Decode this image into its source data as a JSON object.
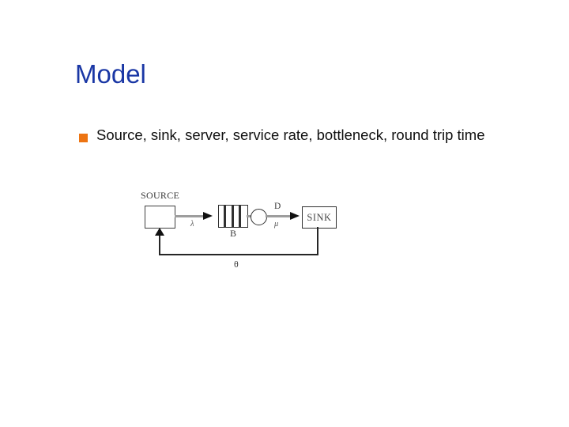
{
  "slide": {
    "title": "Model",
    "bullet": {
      "text": "Source, sink, server, service rate, bottleneck, round trip time"
    },
    "colors": {
      "background": "#FFFFFF",
      "title_blue": "#1A37A5",
      "bullet_orange": "#ED7412",
      "diagram_ink": "#303030",
      "connector_gray": "#9D9D9D"
    }
  },
  "diagram": {
    "source_label": "SOURCE",
    "arrival_rate": "λ",
    "buffer_label": "B",
    "delay_label": "D",
    "service_rate": "μ",
    "sink_label": "SINK",
    "round_trip_delay": "θ"
  }
}
